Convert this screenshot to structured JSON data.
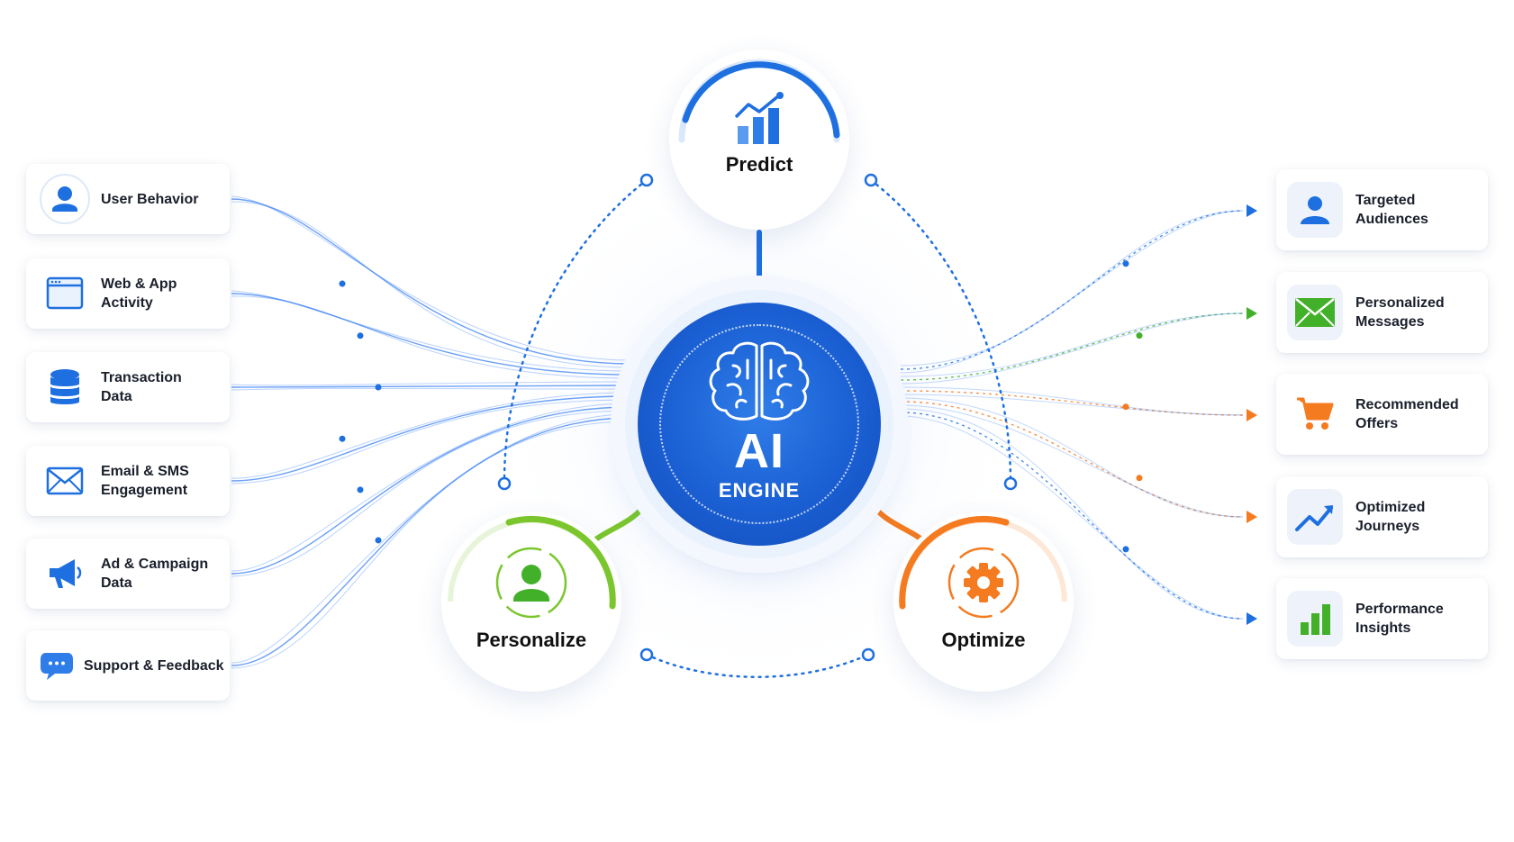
{
  "inputs": [
    {
      "label": "User Behavior",
      "icon": "user-icon"
    },
    {
      "label": "Web & App\nActivity",
      "icon": "browser-window-icon"
    },
    {
      "label": "Transaction\nData",
      "icon": "database-icon"
    },
    {
      "label": "Email & SMS\nEngagement",
      "icon": "envelope-icon"
    },
    {
      "label": "Ad & Campaign\nData",
      "icon": "megaphone-icon"
    },
    {
      "label": "Support & Feedback",
      "icon": "chat-bubble-icon"
    }
  ],
  "engine": {
    "title": "AI",
    "subtitle": "ENGINE",
    "icon": "brain-icon"
  },
  "stages": {
    "predict": {
      "label": "Predict",
      "icon": "bar-chart-trend-icon",
      "color": "#1e6fe0"
    },
    "personalize": {
      "label": "Personalize",
      "icon": "person-cycle-icon",
      "color": "#7bc62d"
    },
    "optimize": {
      "label": "Optimize",
      "icon": "gear-cycle-icon",
      "color": "#f47b20"
    }
  },
  "outputs": [
    {
      "label": "Targeted\nAudiences",
      "icon": "user-icon",
      "color": "#1e6fe0"
    },
    {
      "label": "Personalized\nMessages",
      "icon": "envelope-icon",
      "color": "#43b02a"
    },
    {
      "label": "Recommended\nOffers",
      "icon": "shopping-cart-icon",
      "color": "#f47b20"
    },
    {
      "label": "Optimized\nJourneys",
      "icon": "trend-up-icon",
      "color": "#1e6fe0"
    },
    {
      "label": "Performance\nInsights",
      "icon": "bar-chart-icon",
      "color": "#43b02a"
    }
  ],
  "colors": {
    "blue": "#1e6fe0",
    "green": "#7bc62d",
    "orange": "#f47b20"
  }
}
